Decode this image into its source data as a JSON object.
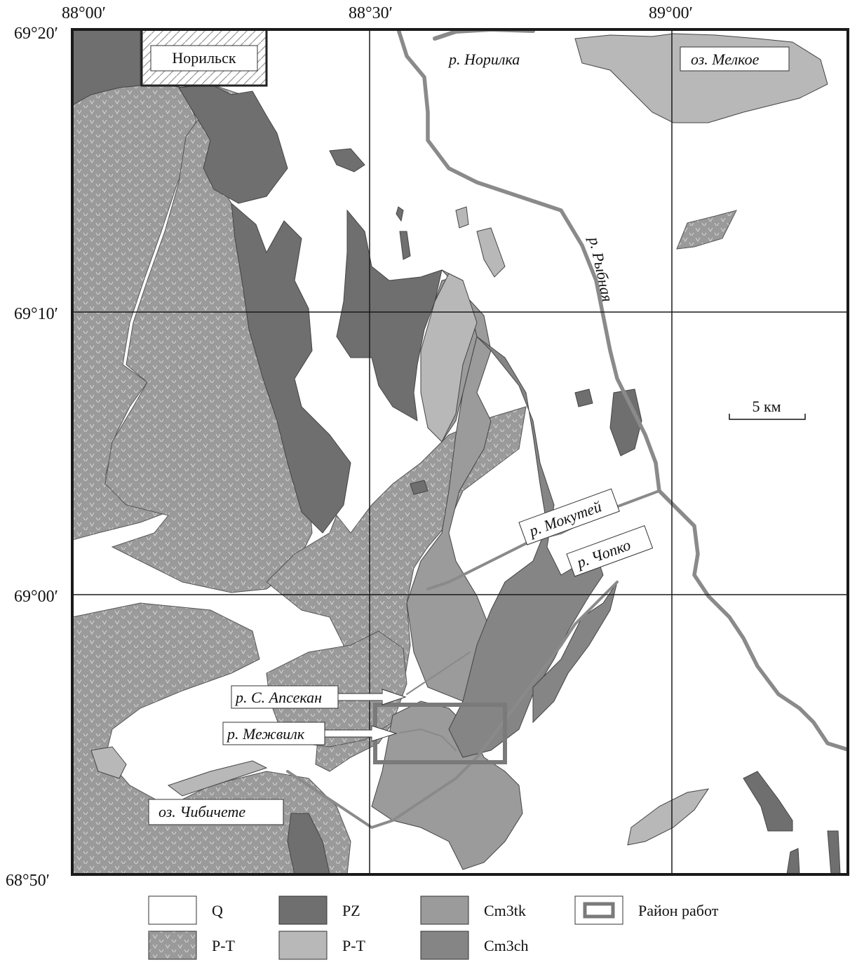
{
  "map": {
    "coordinates": {
      "top": [
        "88°00′",
        "88°30′",
        "89°00′"
      ],
      "left": [
        "69°20′",
        "69°10′",
        "69°00′",
        "68°50′"
      ]
    },
    "places": {
      "norilsk": "Норильск",
      "norilka_river": "р. Норилка",
      "melkoe_lake": "оз. Мелкое",
      "rybnaya_river": "р. Рыбная",
      "mokutey_river": "р. Мокутей",
      "chopko_river": "р. Чопко",
      "apsekan_river": "р. С. Апсекан",
      "mezhvilk_river": "р. Межвилк",
      "chibichete_lake": "оз. Чибичете"
    },
    "scale_label": "5 км"
  },
  "legend": [
    {
      "code": "Q",
      "label": "Q",
      "pattern": "white",
      "color": "#ffffff"
    },
    {
      "code": "PZ",
      "label": "PZ",
      "pattern": "solid",
      "color": "#6f6f6f"
    },
    {
      "code": "Cm3tk",
      "label": "Cm3tk",
      "pattern": "solid",
      "color": "#9b9b9b"
    },
    {
      "code": "study",
      "label": "Район работ",
      "pattern": "frame",
      "color": "#7a7a7a"
    },
    {
      "code": "P-T-tuff",
      "label": "P-T",
      "pattern": "hatched",
      "color": "#9a9a9a"
    },
    {
      "code": "P-T-light",
      "label": "P-T",
      "pattern": "solid",
      "color": "#b8b8b8"
    },
    {
      "code": "Cm3ch",
      "label": "Cm3ch",
      "pattern": "solid",
      "color": "#858585"
    }
  ],
  "colors": {
    "pt_tuff": "#9a9a9a",
    "pz": "#6f6f6f",
    "cm3tk": "#9b9b9b",
    "cm3ch": "#858585",
    "pt_light": "#b8b8b8",
    "river": "#8a8a8a",
    "grid": "#1a1a1a"
  }
}
